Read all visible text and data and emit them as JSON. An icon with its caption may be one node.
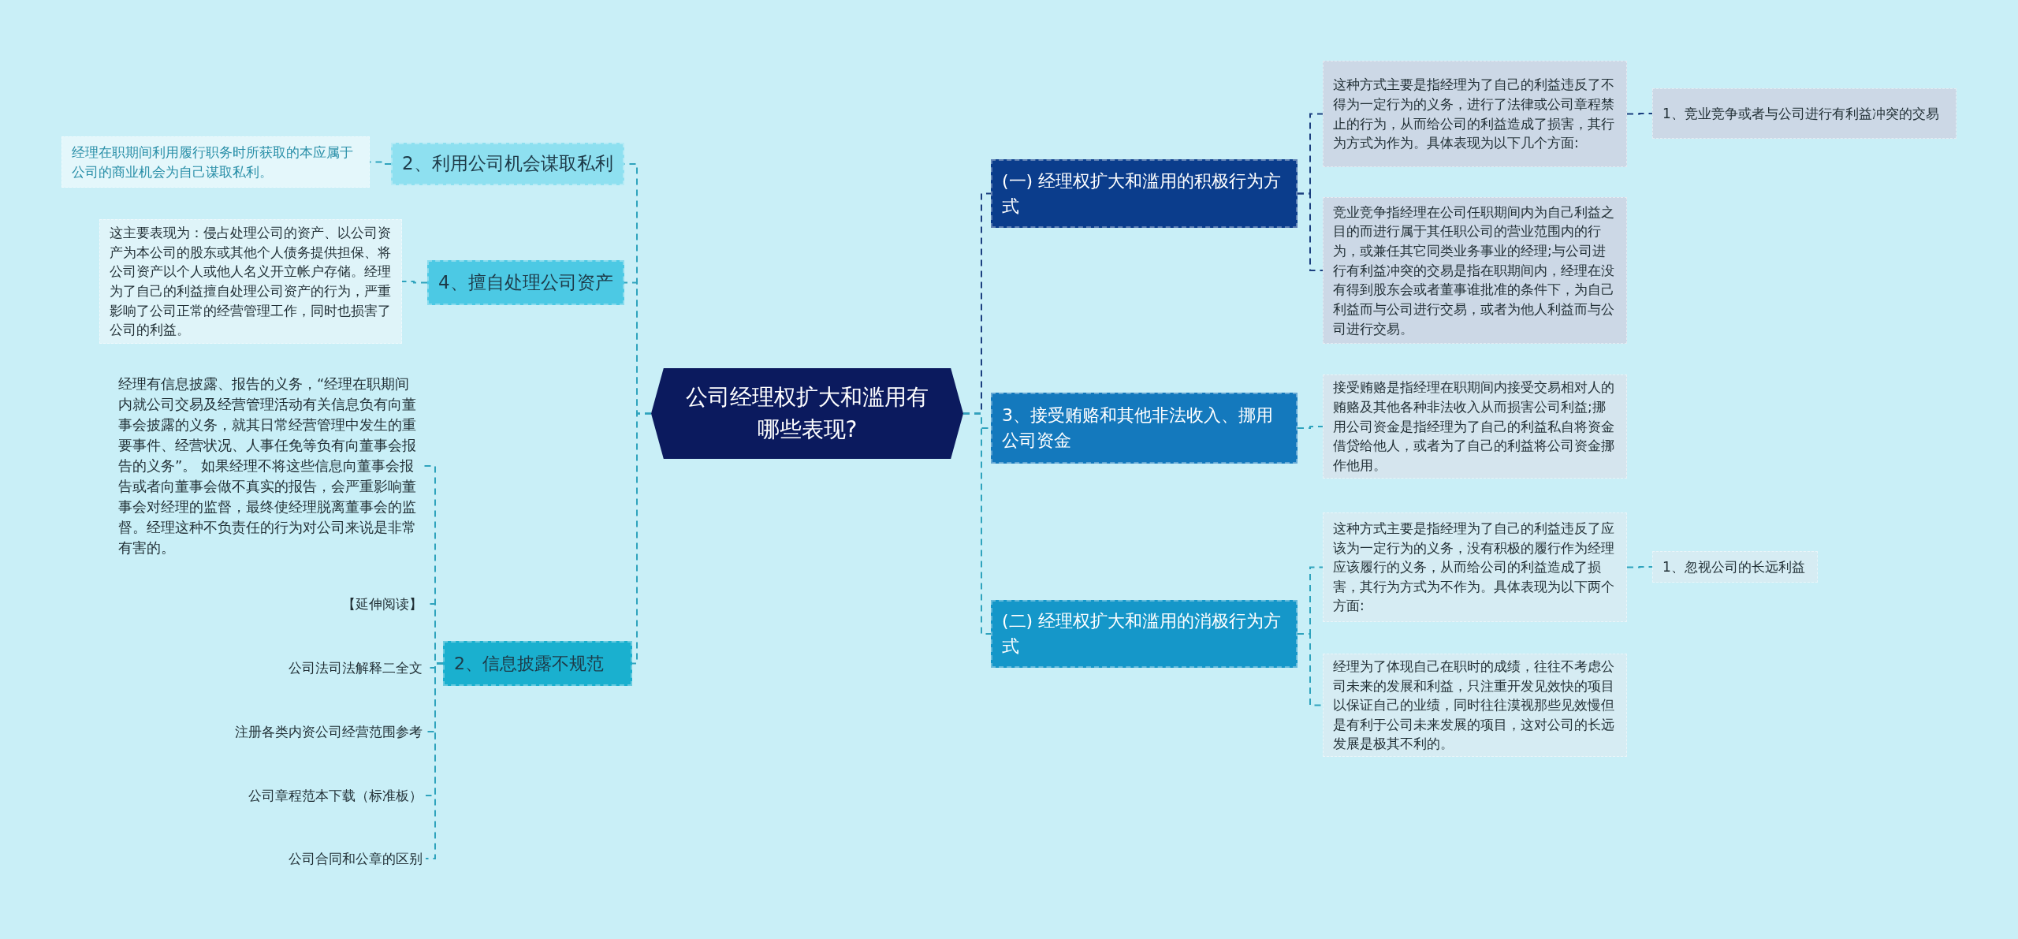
{
  "diagram": {
    "nodes": [
      {
        "text": [
          "公司经理权扩大和滥用有哪些表现?"
        ]
      },
      {
        "text": [
          "2、利用公司机会谋取私利"
        ]
      },
      {
        "text": [
          "经理在职期间利用履行职务时所获取的本应属于公司的商业机会为自己谋取私利。"
        ]
      },
      {
        "text": [
          "4、擅自处理公司资产"
        ]
      },
      {
        "text": [
          "这主要表现为：侵占处理公司的资产、以公司资产为本公司的股东或其他个人债务提供担保、将公司资产以个人或他人名义开立帐户存储。经理为了自己的利益擅自处理公司资产的行为，严重影响了公司正常的经营管理工作，同时也损害了公司的利益。"
        ]
      },
      {
        "text": [
          "2、信息披露不规范"
        ]
      },
      {
        "text": [
          "经理有信息披露、报告的义务，“经理在职期间内就公司交易及经营管理活动有关信息负有向董事会披露的义务，就其日常经营管理中发生的重要事件、经营状况、人事任免等负有向董事会报告的义务”。 如果经理不将这些信息向董事会报告或者向董事会做不真实的报告，会严重影响董事会对经理的监督，最终使经理脱离董事会的监督。经理这种不负责任的行为对公司来说是非常有害的。"
        ]
      },
      {
        "text": [
          "【延伸阅读】"
        ]
      },
      {
        "text": [
          "公司法司法解释二全文"
        ]
      },
      {
        "text": [
          "注册各类内资公司经营范围参考"
        ]
      },
      {
        "text": [
          "公司章程范本下载（标准板）"
        ]
      },
      {
        "text": [
          "公司合同和公章的区别"
        ]
      },
      {
        "text": [
          "(一) 经理权扩大和滥用的积极行为方式"
        ]
      },
      {
        "text": [
          "这种方式主要是指经理为了自己的利益违反了不得为一定行为的义务，进行了法律或公司章程禁止的行为，从而给公司的利益造成了损害，其行为方式为作为。具体表现为以下几个方面:"
        ]
      },
      {
        "text": [
          "1、竞业竞争或者与公司进行有利益冲突的交易"
        ]
      },
      {
        "text": [
          "竞业竞争指经理在公司任职期间内为自己利益之目的而进行属于其任职公司的营业范围内的行为，或兼任其它同类业务事业的经理;与公司进行有利益冲突的交易是指在职期间内，经理在没有得到股东会或者董事谁批准的条件下，为自己利益而与公司进行交易，或者为他人利益而与公司进行交易。"
        ]
      },
      {
        "text": [
          "3、接受贿赂和其他非法收入、挪用公司资金"
        ]
      },
      {
        "text": [
          "接受贿赂是指经理在职期间内接受交易相对人的贿赂及其他各种非法收入从而损害公司利益;挪用公司资金是指经理为了自己的利益私自将资金借贷给他人，或者为了自己的利益将公司资金挪作他用。"
        ]
      },
      {
        "text": [
          "(二) 经理权扩大和滥用的消极行为方式"
        ]
      },
      {
        "text": [
          "这种方式主要是指经理为了自己的利益违反了应该为一定行为的义务，没有积极的履行作为经理应该履行的义务，从而给公司的利益造成了损害，其行为方式为不作为。具体表现为以下两个方面:"
        ]
      },
      {
        "text": [
          "1、忽视公司的长远利益"
        ]
      },
      {
        "text": [
          "经理为了体现自己在职时的成绩，往往不考虑公司未来的发展和利益，只注重开发见效快的项目以保证自己的业绩，同时往往漠视那些见效慢但是有利于公司未来发展的项目，这对公司的长远发展是极其不利的。"
        ]
      }
    ],
    "edges": [
      {
        "from": 0,
        "to": 1,
        "arrow": "none",
        "style": "dashed"
      },
      {
        "from": 0,
        "to": 3,
        "arrow": "none",
        "style": "dashed"
      },
      {
        "from": 0,
        "to": 5,
        "arrow": "none",
        "style": "dashed"
      },
      {
        "from": 1,
        "to": 2,
        "arrow": "none",
        "style": "dashed"
      },
      {
        "from": 3,
        "to": 4,
        "arrow": "none",
        "style": "dashed"
      },
      {
        "from": 5,
        "to": 6,
        "arrow": "none",
        "style": "dashed"
      },
      {
        "from": 5,
        "to": 7,
        "arrow": "none",
        "style": "dashed"
      },
      {
        "from": 5,
        "to": 8,
        "arrow": "none",
        "style": "dashed"
      },
      {
        "from": 5,
        "to": 9,
        "arrow": "none",
        "style": "dashed"
      },
      {
        "from": 5,
        "to": 10,
        "arrow": "none",
        "style": "dashed"
      },
      {
        "from": 5,
        "to": 11,
        "arrow": "none",
        "style": "dashed"
      },
      {
        "from": 0,
        "to": 12,
        "arrow": "none",
        "style": "dashed",
        "color": "#1b3f7f"
      },
      {
        "from": 12,
        "to": 13,
        "arrow": "none",
        "style": "dashed",
        "color": "#1b3f7f"
      },
      {
        "from": 12,
        "to": 15,
        "arrow": "none",
        "style": "dashed",
        "color": "#1b3f7f"
      },
      {
        "from": 13,
        "to": 14,
        "arrow": "none",
        "style": "dashed",
        "color": "#1b3f7f"
      },
      {
        "from": 0,
        "to": 16,
        "arrow": "none",
        "style": "dashed"
      },
      {
        "from": 16,
        "to": 17,
        "arrow": "none",
        "style": "dashed"
      },
      {
        "from": 0,
        "to": 18,
        "arrow": "none",
        "style": "dashed"
      },
      {
        "from": 18,
        "to": 19,
        "arrow": "none",
        "style": "dashed"
      },
      {
        "from": 18,
        "to": 21,
        "arrow": "none",
        "style": "dashed"
      },
      {
        "from": 19,
        "to": 20,
        "arrow": "none",
        "style": "dashed"
      }
    ]
  }
}
